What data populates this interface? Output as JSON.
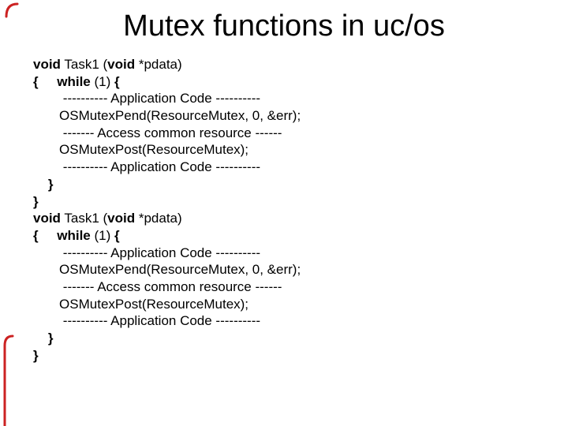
{
  "slide": {
    "title": "Mutex functions in uc/os",
    "background_color": "#ffffff",
    "text_color": "#000000",
    "accent_color": "#cc2222"
  },
  "decorations": {
    "top_left": "red-corner-arc",
    "bottom_left": "red-edge-arc"
  },
  "code": {
    "blocks": [
      {
        "lines": [
          [
            {
              "t": "void",
              "b": true
            },
            {
              "t": " Task1 (",
              "b": false
            },
            {
              "t": "void",
              "b": true
            },
            {
              "t": " *pdata)",
              "b": false
            }
          ],
          [
            {
              "t": "{",
              "b": true
            },
            {
              "t": "     ",
              "b": false
            },
            {
              "t": "while",
              "b": true
            },
            {
              "t": " (1) ",
              "b": false
            },
            {
              "t": "{",
              "b": true
            }
          ],
          [
            {
              "t": "        ---------- Application Code ----------",
              "b": false
            }
          ],
          [
            {
              "t": "       OSMutexPend(ResourceMutex, 0, &err);",
              "b": false
            }
          ],
          [
            {
              "t": "        ------- Access common resource ------",
              "b": false
            }
          ],
          [
            {
              "t": "       OSMutexPost(ResourceMutex);",
              "b": false
            }
          ],
          [
            {
              "t": "        ---------- Application Code ----------",
              "b": false
            }
          ],
          [
            {
              "t": "    ",
              "b": false
            },
            {
              "t": "}",
              "b": true
            }
          ],
          [
            {
              "t": "}",
              "b": true
            }
          ]
        ]
      },
      {
        "lines": [
          [
            {
              "t": "void",
              "b": true
            },
            {
              "t": " Task1 (",
              "b": false
            },
            {
              "t": "void",
              "b": true
            },
            {
              "t": " *pdata)",
              "b": false
            }
          ],
          [
            {
              "t": "{",
              "b": true
            },
            {
              "t": "     ",
              "b": false
            },
            {
              "t": "while",
              "b": true
            },
            {
              "t": " (1) ",
              "b": false
            },
            {
              "t": "{",
              "b": true
            }
          ],
          [
            {
              "t": "        ---------- Application Code ----------",
              "b": false
            }
          ],
          [
            {
              "t": "       OSMutexPend(ResourceMutex, 0, &err);",
              "b": false
            }
          ],
          [
            {
              "t": "        ------- Access common resource ------",
              "b": false
            }
          ],
          [
            {
              "t": "       OSMutexPost(ResourceMutex);",
              "b": false
            }
          ],
          [
            {
              "t": "        ---------- Application Code ----------",
              "b": false
            }
          ],
          [
            {
              "t": "    ",
              "b": false
            },
            {
              "t": "}",
              "b": true
            }
          ],
          [
            {
              "t": "}",
              "b": true
            }
          ]
        ]
      }
    ]
  }
}
